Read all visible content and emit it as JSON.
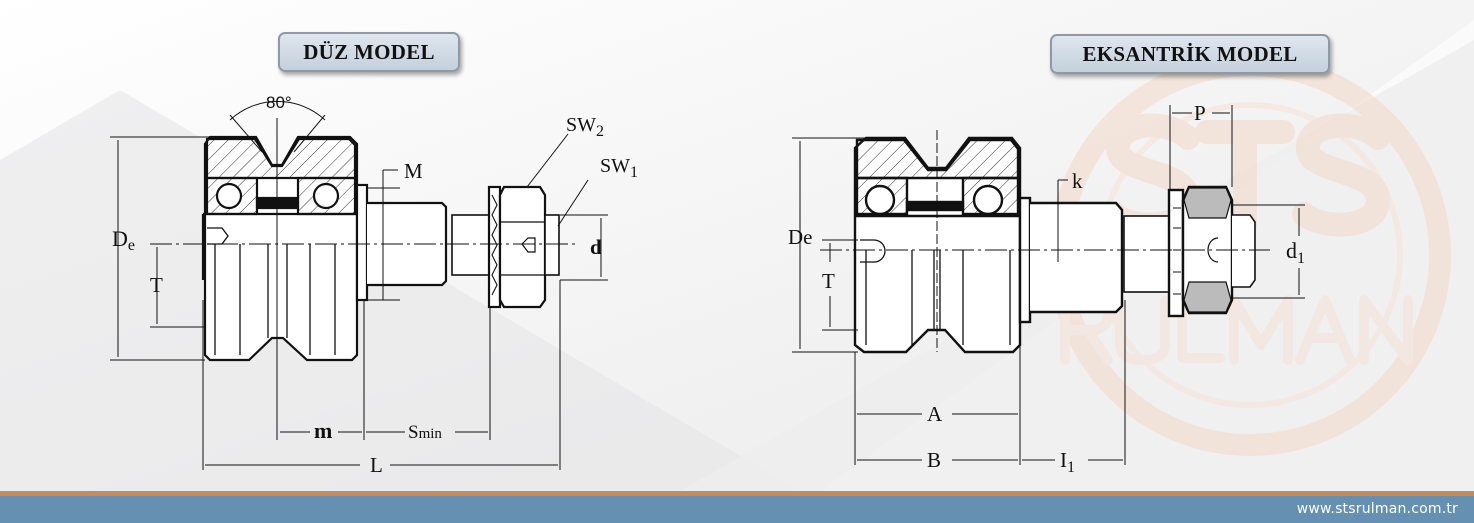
{
  "left_model": {
    "title": "DÜZ MODEL",
    "labels": {
      "angle": "80°",
      "De": "D",
      "De_sub": "e",
      "T": "T",
      "M": "M",
      "SW2": "SW",
      "SW2_sub": "2",
      "SW1": "SW",
      "SW1_sub": "1",
      "d": "d",
      "m": "m",
      "Smin": "S",
      "Smin_sub": "min",
      "L": "L"
    }
  },
  "right_model": {
    "title": "EKSANTRİK MODEL",
    "labels": {
      "De": "De",
      "T": "T",
      "k": "k",
      "P": "P",
      "d1": "d",
      "d1_sub": "1",
      "A": "A",
      "B": "B",
      "I1": "I",
      "I1_sub": "1"
    }
  },
  "watermark": {
    "text_top": "STS",
    "text_bottom": "RULMAN"
  },
  "footer": {
    "url": "www.stsrulman.com.tr"
  },
  "colors": {
    "stripe": "#c98a5a",
    "footer": "#6690b2",
    "watermark": "#f3d9c8"
  }
}
